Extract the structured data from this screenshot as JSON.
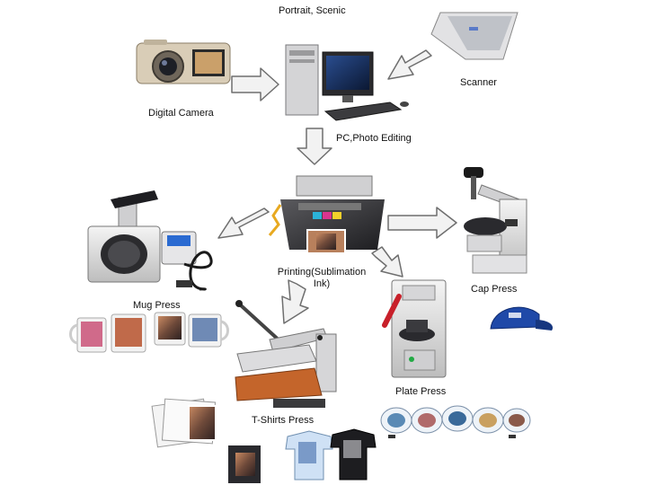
{
  "labels": {
    "top_caption": "Portrait, Scenic",
    "digital_camera": "Digital Camera",
    "scanner": "Scanner",
    "pc": "PC,Photo Editing",
    "printing_line1": "Printing(Sublimation",
    "printing_line2": "Ink)",
    "mug_press": "Mug Press",
    "cap_press": "Cap Press",
    "plate_press": "Plate Press",
    "tshirt_press": "T-Shirts Press"
  },
  "icons": [
    "digital-camera-icon",
    "scanner-icon",
    "desktop-computer-icon",
    "inkjet-printer-icon",
    "mug-press-machine-icon",
    "cap-press-machine-icon",
    "plate-press-machine-icon",
    "tshirt-press-machine-icon",
    "printed-mugs-icon",
    "baseball-cap-icon",
    "printed-plates-icon",
    "photo-prints-icon",
    "printed-tshirts-icon"
  ],
  "colors": {
    "arrow_fill": "#f2f2f2",
    "arrow_stroke": "#6e6e6e",
    "machine_body": "#e9e9ea",
    "machine_dark": "#3a3a3c",
    "press_plate": "#c4652b",
    "cap_blue": "#1f49a8",
    "lever_red": "#c8202a"
  }
}
